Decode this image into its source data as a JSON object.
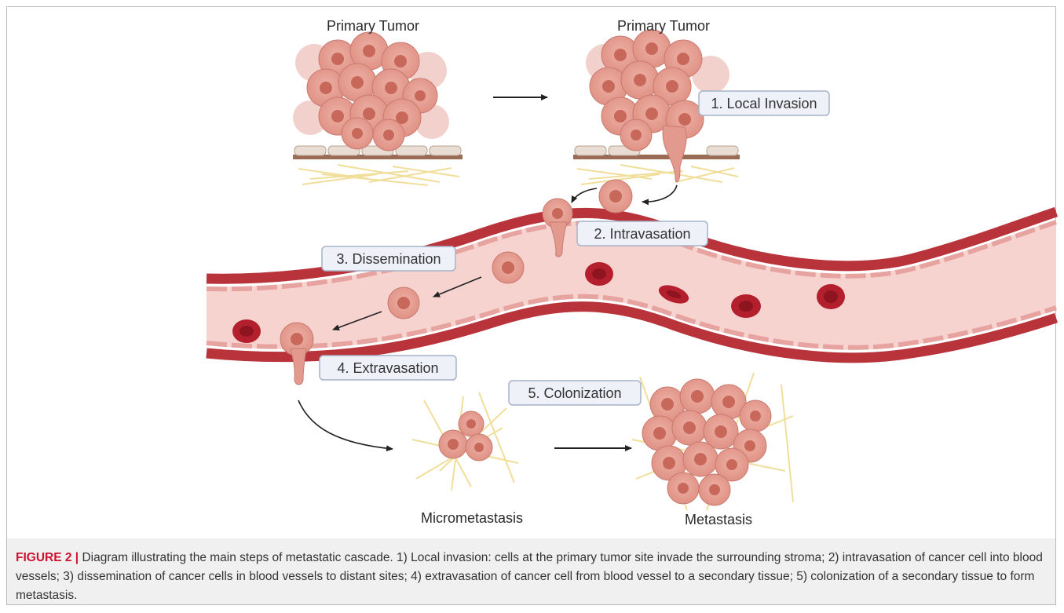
{
  "labels": {
    "primary_tumor_left": "Primary Tumor",
    "primary_tumor_right": "Primary Tumor",
    "micrometastasis": "Micrometastasis",
    "metastasis": "Metastasis"
  },
  "steps": {
    "local_invasion": "1. Local Invasion",
    "intravasation": "2. Intravasation",
    "dissemination": "3. Dissemination",
    "extravasation": "4. Extravasation",
    "colonization": "5. Colonization"
  },
  "caption": {
    "figure_label": "FIGURE 2 |",
    "text": "Diagram illustrating the main steps of metastatic cascade. 1) Local invasion: cells at the primary tumor site invade the surrounding stroma; 2) intravasation of cancer cell into blood vessels; 3) dissemination of cancer cells in blood vessels to distant sites; 4) extravasation of cancer cell from blood vessel to a secondary tissue; 5) colonization of a secondary tissue to form metastasis."
  },
  "colors": {
    "tumor_cell": "#e39a8e",
    "nucleus": "#c7685a",
    "vessel_wall": "#b8343a",
    "vessel_lumen": "#f7d3cf",
    "rbc": "#b31f2d",
    "fiber": "#f1de9a",
    "step_box_fill": "#eef1f8",
    "step_box_stroke": "#a7b3c8",
    "figure_label": "#d0102f"
  }
}
